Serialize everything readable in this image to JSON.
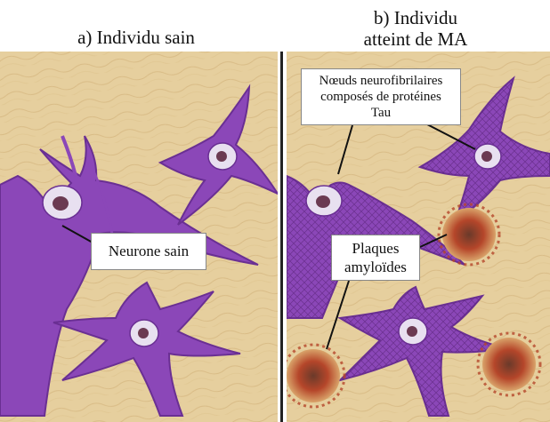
{
  "titles": {
    "a": "a) Individu sain",
    "b_line1": "b) Individu",
    "b_line2": "atteint de MA"
  },
  "labels": {
    "neurone": "Neurone sain",
    "tau_line1": "Nœuds neurofibrilaires",
    "tau_line2": "composés de protéines",
    "tau_line3": "Tau",
    "plaques_line1": "Plaques",
    "plaques_line2": "amyloïdes"
  },
  "colors": {
    "tissue": "#e6cf9e",
    "tissue_fiber": "#c9a86e",
    "neuron": "#8b47b8",
    "neuron_dark": "#6a2f93",
    "nucleus_ring": "#e8e0f0",
    "nucleus": "#6b3a52",
    "plaque": "#b5462a"
  }
}
